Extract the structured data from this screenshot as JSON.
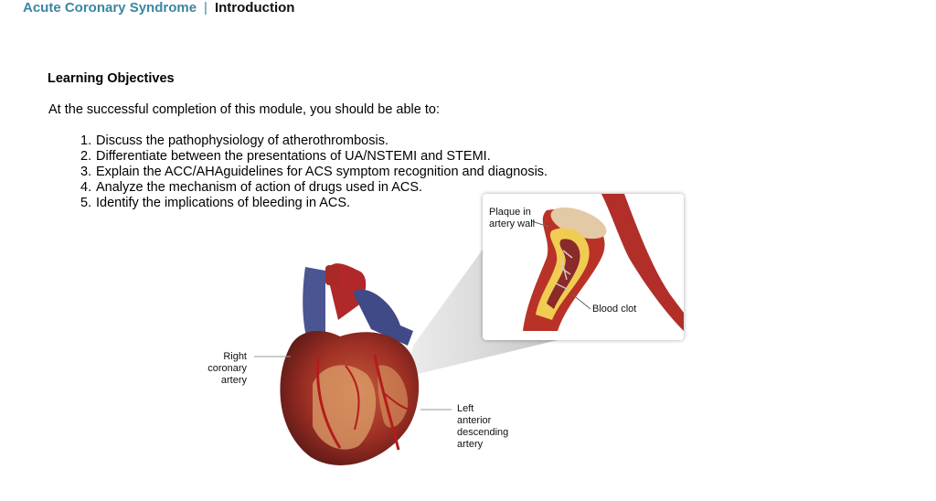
{
  "header": {
    "course_title": "Acute Coronary Syndrome",
    "separator": "|",
    "section_title": "Introduction"
  },
  "objectives": {
    "title": "Learning Objectives",
    "intro": "At the successful completion of this module, you should be able to:",
    "items": [
      {
        "num": "1.",
        "text": "Discuss the pathophysiology of atherothrombosis."
      },
      {
        "num": "2.",
        "text": "Differentiate between the presentations of UA/NSTEMI and STEMI."
      },
      {
        "num": "3.",
        "text": "Explain the ACC/AHAguidelines for ACS symptom recognition and diagnosis."
      },
      {
        "num": "4.",
        "text": "Analyze the mechanism of action of drugs used in ACS."
      },
      {
        "num": "5.",
        "text": "Identify the implications of bleeding in ACS."
      }
    ]
  },
  "illustration": {
    "right_coronary": [
      "Right",
      "coronary",
      "artery"
    ],
    "left_anterior": [
      "Left",
      "anterior",
      "descending",
      "artery"
    ],
    "plaque": [
      "Plaque in",
      "artery wall"
    ],
    "blood_clot": "Blood clot"
  }
}
